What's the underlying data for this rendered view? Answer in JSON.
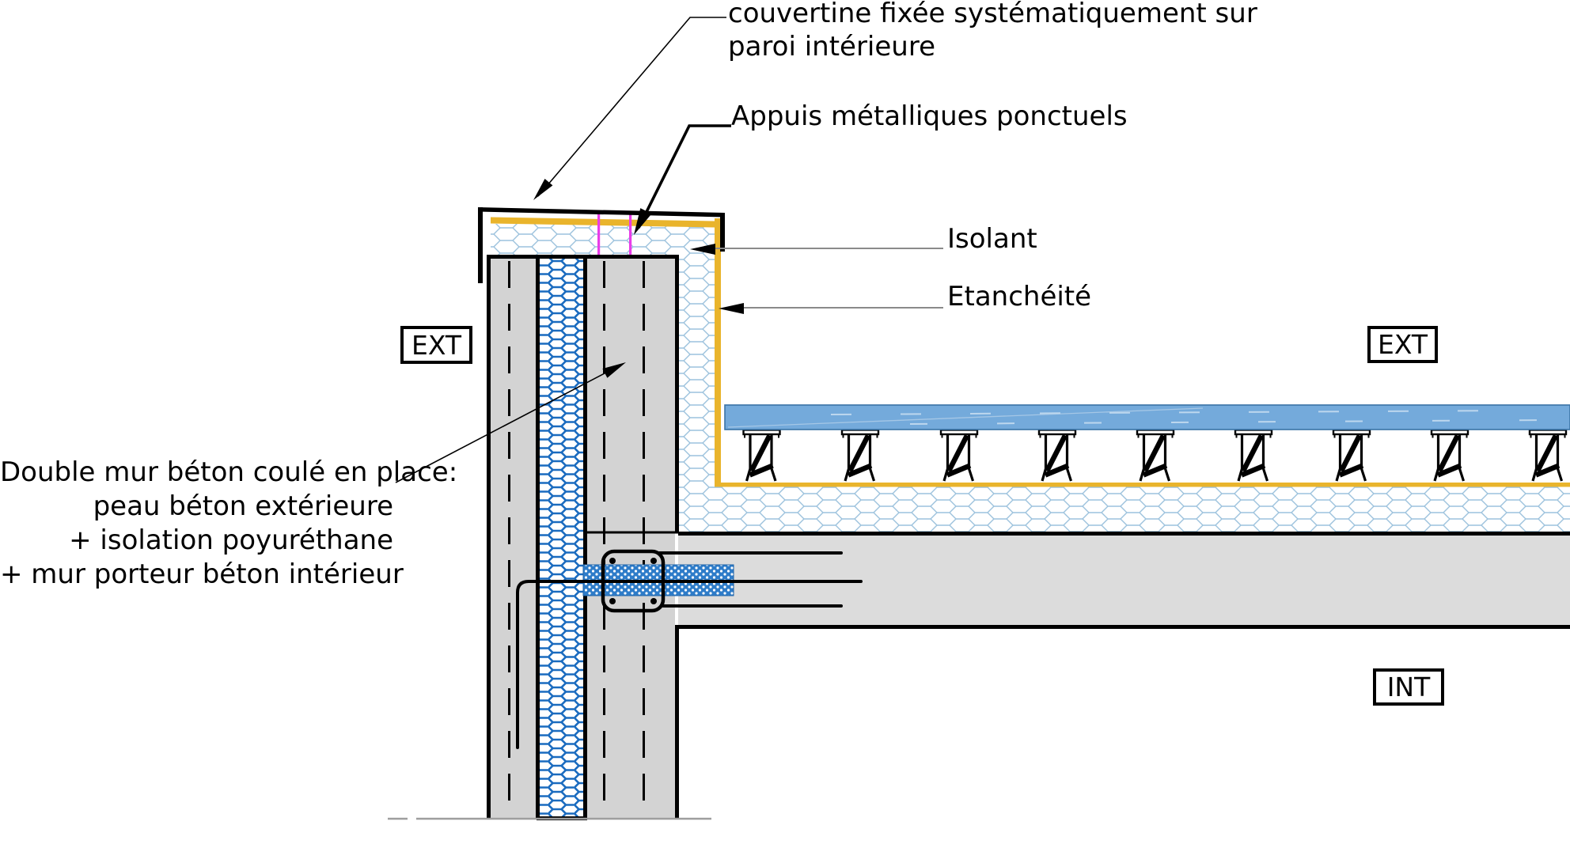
{
  "labels": {
    "coping_note_line1": "couvertine fixée systématiquement sur",
    "coping_note_line2": "paroi intérieure",
    "supports_note": "Appuis métalliques ponctuels",
    "insulation_note": "Isolant",
    "waterproofing_note": "Etanchéité",
    "wall_note_line1": "Double mur béton coulé en place:",
    "wall_note_line2": "peau béton extérieure",
    "wall_note_line3": "+ isolation poyuréthane",
    "wall_note_line4": "+ mur porteur béton intérieur",
    "zone_exterior_left": "EXT",
    "zone_exterior_right": "EXT",
    "zone_interior": "INT"
  },
  "colors": {
    "waterproofing_yellow": "#e9b42c",
    "deck_blue": "#74aadb",
    "deck_border": "#3a73a6",
    "insulation_hatch_light": "#9cc2dd",
    "insulation_hatch_dense": "#1a6bbf",
    "thermal_break_blue": "#2e7cc9",
    "fixing_pin_magenta": "#e93ce9",
    "concrete_gray": "#d3d3d3",
    "slab_gray": "#dcdcdc",
    "leader_gray": "#8a8a8a",
    "line_black": "#000000"
  }
}
